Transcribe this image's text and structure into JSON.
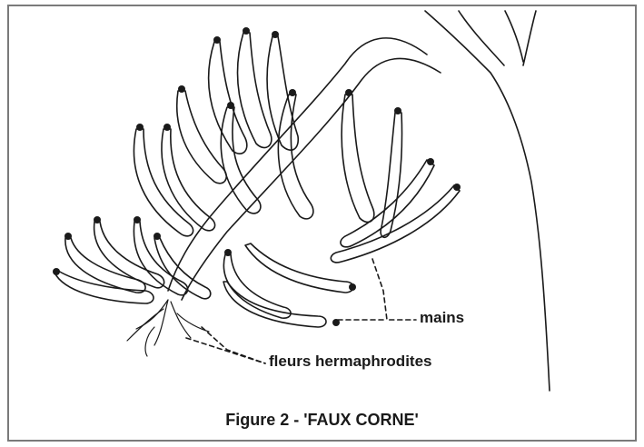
{
  "labels": {
    "mains": "mains",
    "fleurs": "fleurs hermaphrodites"
  },
  "caption": "Figure 2 - 'FAUX CORNE'",
  "colors": {
    "ink": "#1a1a1a",
    "border": "#7a7a7a",
    "background": "#ffffff"
  }
}
